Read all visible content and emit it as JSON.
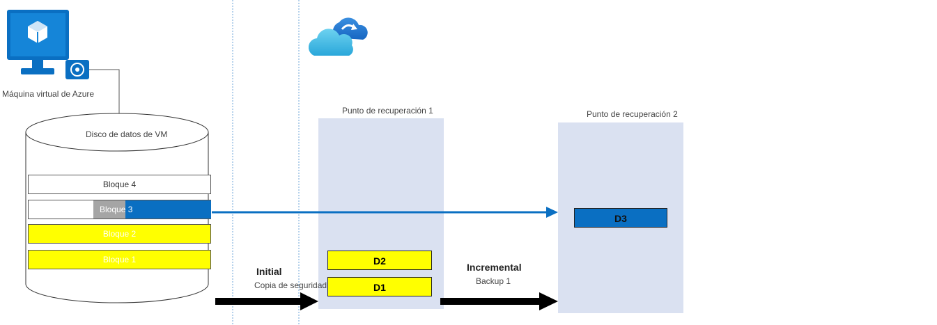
{
  "vm": {
    "label": "Máquina virtual de Azure",
    "icon": "azure-vm-icon"
  },
  "disk": {
    "label": "Disco de datos de VM",
    "blocks": [
      "Bloque 4",
      "Bloque 3",
      "Bloque 2",
      "Bloque 1"
    ]
  },
  "cloud": {
    "icon": "azure-backup-cloud-icon"
  },
  "recovery_point_1": {
    "label": "Punto de recuperación 1",
    "items": [
      "D2",
      "D1"
    ]
  },
  "recovery_point_2": {
    "label": "Punto de recuperación 2",
    "items": [
      "D3"
    ]
  },
  "initial": {
    "title": "Initial",
    "subtitle": "Copia de seguridad"
  },
  "incremental": {
    "title": "Incremental",
    "subtitle": "Backup 1"
  },
  "colors": {
    "azure_blue": "#0a6fc2",
    "changed_block": "#ffff00",
    "recovery_point_bg": "#dae1f1",
    "arrow": "#000000"
  }
}
